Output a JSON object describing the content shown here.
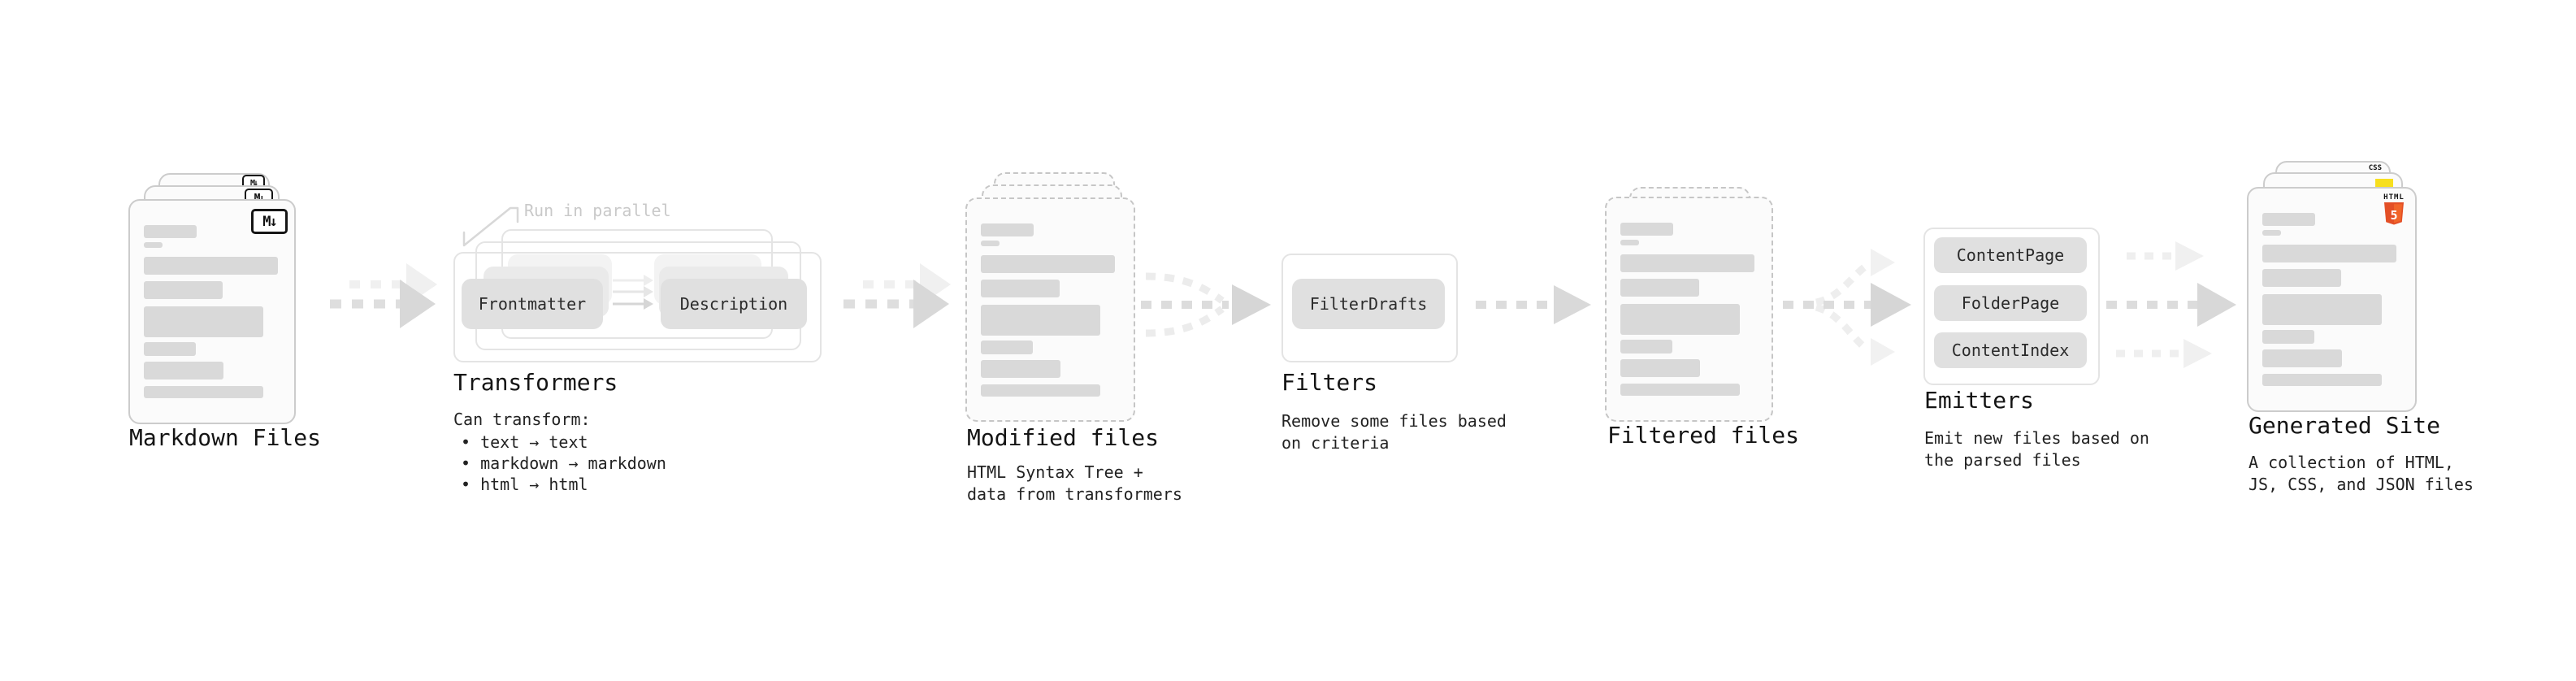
{
  "markdown": {
    "title": "Markdown Files",
    "icon_label": "M↓"
  },
  "transformers": {
    "title": "Transformers",
    "note": "Run in parallel",
    "chips": {
      "frontmatter": "Frontmatter",
      "description": "Description"
    },
    "heading": "Can transform:",
    "bullets": [
      "• text → text",
      "• markdown → markdown",
      "• html → html"
    ]
  },
  "modified": {
    "title": "Modified files",
    "desc": "HTML Syntax Tree +\ndata from transformers"
  },
  "filters": {
    "title": "Filters",
    "chip": "FilterDrafts",
    "desc": "Remove some files based\non criteria"
  },
  "filtered": {
    "title": "Filtered files"
  },
  "emitters": {
    "title": "Emitters",
    "chips": [
      "ContentPage",
      "FolderPage",
      "ContentIndex"
    ],
    "desc": "Emit new files based on\nthe parsed files"
  },
  "generated": {
    "title": "Generated Site",
    "desc": "A collection of HTML,\nJS, CSS, and JSON files",
    "badges": {
      "html5_label": "HTML",
      "html5_number": "5",
      "css_label": "CSS"
    }
  },
  "colors": {
    "html5_orange": "#e34f26",
    "html5_orange_light": "#f16529",
    "js_yellow": "#f7df1e",
    "css_blue": "#2965f1",
    "card_border": "#cccccc",
    "dashed_border": "#c6c6c6",
    "bar_gray": "#d9d9d9",
    "chip_gray": "#e0e0e0",
    "arrow_gray": "#dcdcdc"
  }
}
